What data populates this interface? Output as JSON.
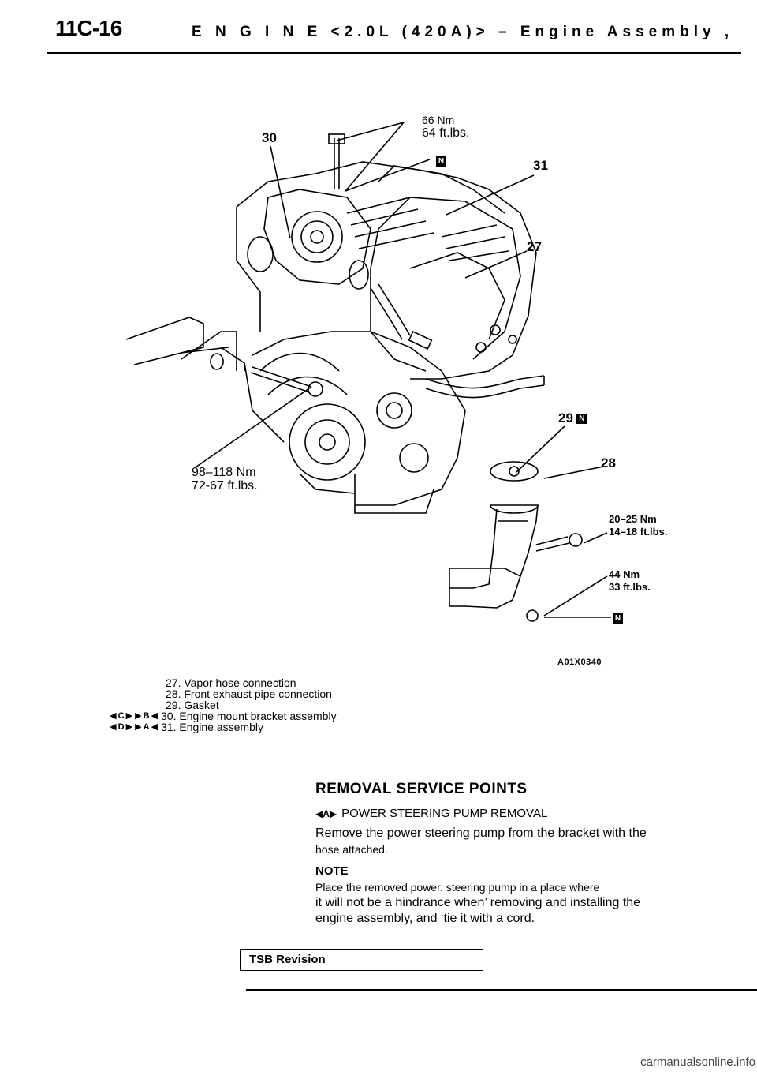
{
  "header": {
    "page_id": "11C-16",
    "title": "E N G I N E <2.0L (420A)> – Engine Assembly ,"
  },
  "diagram": {
    "callouts": {
      "c30": "30",
      "c31": "31",
      "c27": "27",
      "c29": "29",
      "c28": "28"
    },
    "torques": {
      "top_nm": "66 Nm",
      "top_ft": "64 ft.lbs.",
      "left_nm": "98–118 Nm",
      "left_ft": "72-67 ft.lbs.",
      "right1_nm": "20–25 Nm",
      "right1_ft": "14–18 ft.lbs.",
      "right2_nm": "44 Nm",
      "right2_ft": "33 ft.lbs."
    },
    "badge": "N",
    "figure_code": "A01X0340"
  },
  "legend": [
    {
      "symbols": "",
      "text": "27. Vapor hose connection"
    },
    {
      "symbols": "",
      "text": "28. Front exhaust pipe connection"
    },
    {
      "symbols": "",
      "text": "29. Gasket"
    },
    {
      "symbols": "C B",
      "text": "30. Engine mount bracket assembly"
    },
    {
      "symbols": "D A",
      "text": "31. Engine assembly"
    }
  ],
  "section": {
    "heading": "REMOVAL SERVICE POINTS",
    "sub_mark": "A",
    "sub_title": "POWER STEERING PUMP REMOVAL",
    "para1": "Remove the power steering pump from the bracket with the",
    "para1b": "hose attached.",
    "note_label": "NOTE",
    "note1": "Place the removed power. steering pump in a place where",
    "note2": "it will not be a hindrance when’ removing and installing the",
    "note3": "engine assembly, and ‘tie it with a cord."
  },
  "footer": {
    "tsb": "TSB Revision",
    "watermark": "carmanualsonline.info"
  }
}
